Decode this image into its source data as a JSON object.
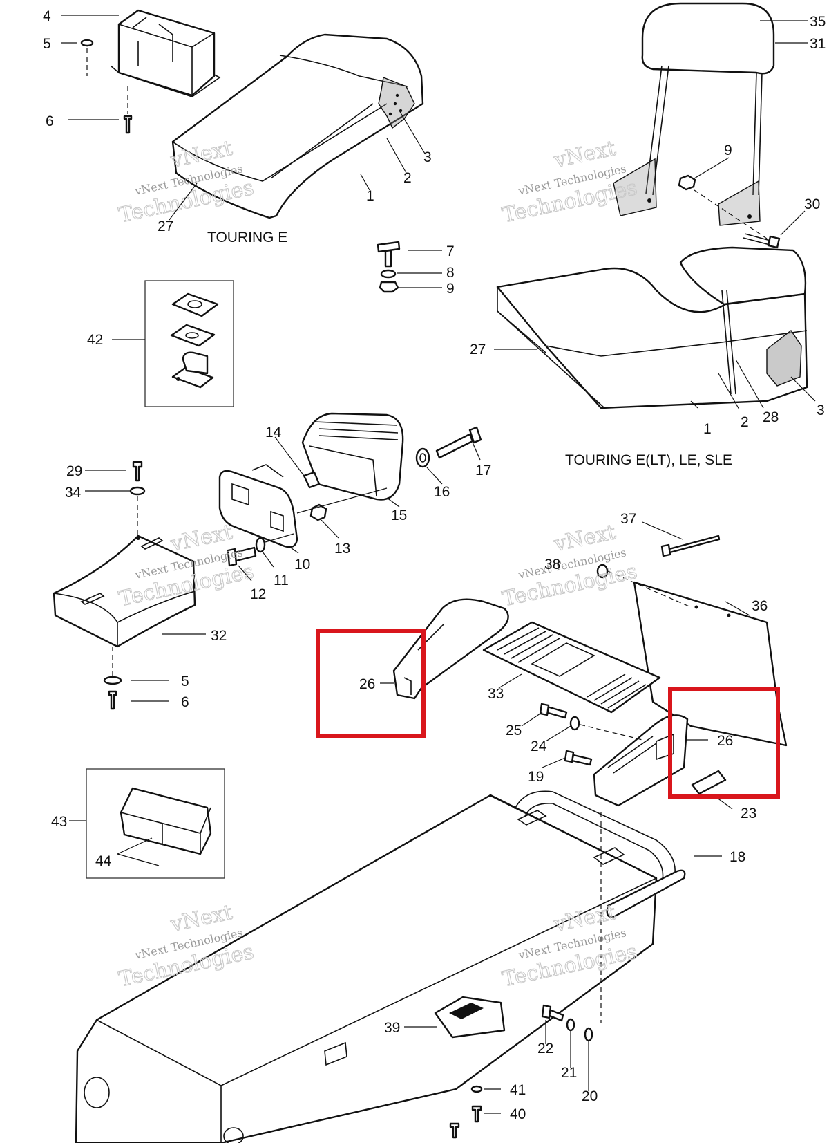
{
  "captions": {
    "touring_e": "TOURING E",
    "touring_e_lt": "TOURING E(LT), LE, SLE"
  },
  "watermark": {
    "line1": "vNext Technologies",
    "line2": "vNext",
    "line3": "Technologies"
  },
  "callouts": {
    "c4": "4",
    "c5a": "5",
    "c6a": "6",
    "c1a": "1",
    "c2a": "2",
    "c3a": "3",
    "c27a": "27",
    "c35": "35",
    "c31": "31",
    "c9a": "9",
    "c30": "30",
    "c7": "7",
    "c8": "8",
    "c9b": "9",
    "c42": "42",
    "c27b": "27",
    "c1b": "1",
    "c2b": "2",
    "c28": "28",
    "c3b": "3",
    "c14": "14",
    "c17": "17",
    "c16": "16",
    "c15": "15",
    "c13": "13",
    "c10": "10",
    "c11": "11",
    "c12": "12",
    "c29": "29",
    "c34": "34",
    "c32": "32",
    "c5b": "5",
    "c6b": "6",
    "c37": "37",
    "c38": "38",
    "c36": "36",
    "c26a": "26",
    "c33": "33",
    "c25": "25",
    "c24": "24",
    "c19": "19",
    "c26b": "26",
    "c23": "23",
    "c43": "43",
    "c44": "44",
    "c18": "18",
    "c39": "39",
    "c22": "22",
    "c21": "21",
    "c20": "20",
    "c41": "41",
    "c40": "40"
  },
  "colors": {
    "line": "#111111",
    "highlight": "#d9161c",
    "watermark": "#c9c9c9"
  }
}
